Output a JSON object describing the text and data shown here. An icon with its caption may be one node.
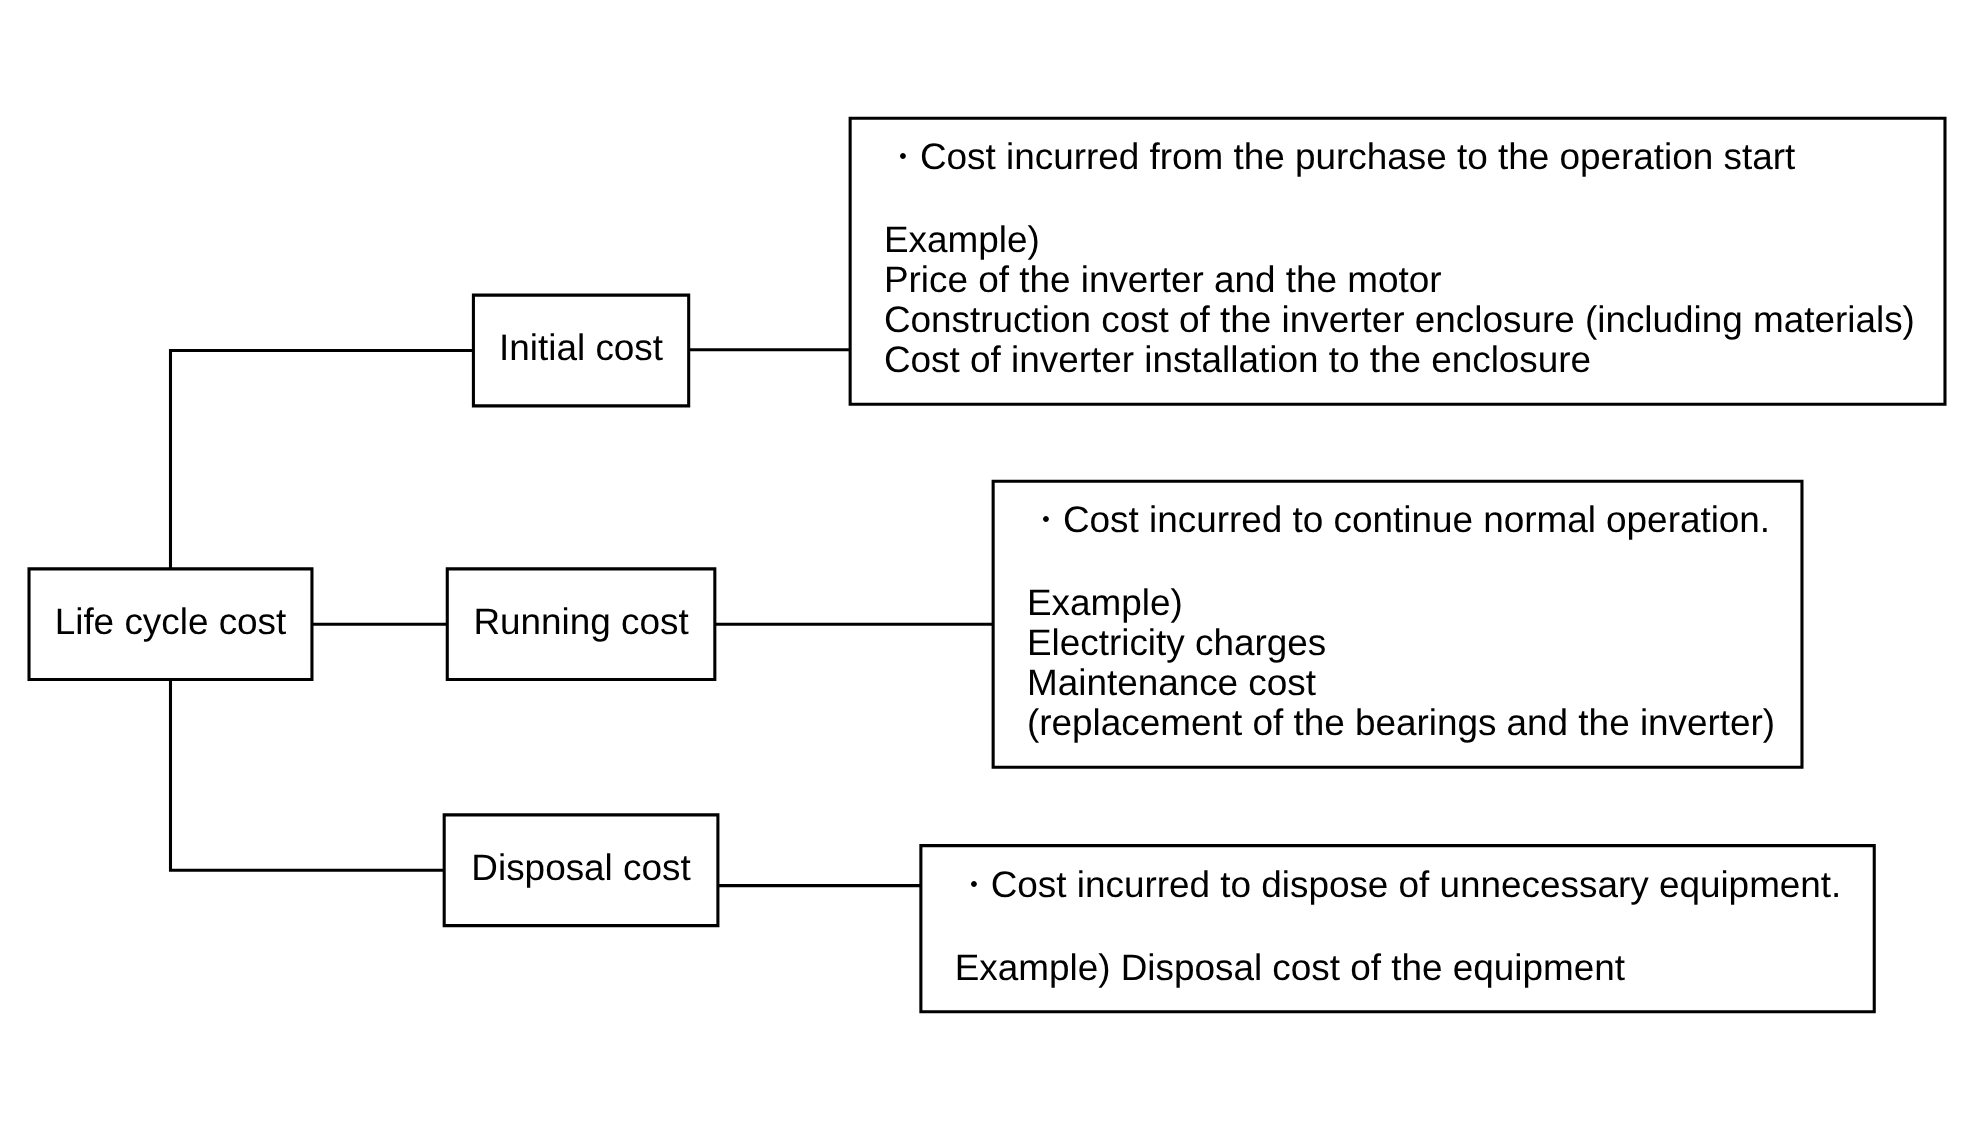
{
  "diagram": {
    "nodes": [
      {
        "text": [
          "Life cycle cost"
        ]
      },
      {
        "text": [
          "Initial cost"
        ]
      },
      {
        "text": [
          "Running cost"
        ]
      },
      {
        "text": [
          "Disposal cost"
        ]
      },
      {
        "text": [
          "・Cost incurred from the purchase to the operation start",
          "Example)",
          "Price of the inverter and the motor",
          "Construction cost of the inverter enclosure (including materials)",
          "Cost of inverter installation to the enclosure"
        ]
      },
      {
        "text": [
          "・Cost incurred to continue normal operation.",
          "Example)",
          "Electricity charges",
          "Maintenance cost",
          "(replacement of the bearings and the inverter)"
        ]
      },
      {
        "text": [
          "・Cost incurred to dispose of unnecessary equipment.",
          "Example) Disposal cost of the equipment"
        ]
      }
    ],
    "edges": [
      {
        "from": 0,
        "to": 1,
        "arrow": "none"
      },
      {
        "from": 0,
        "to": 2,
        "arrow": "none"
      },
      {
        "from": 0,
        "to": 3,
        "arrow": "none"
      },
      {
        "from": 1,
        "to": 4,
        "arrow": "none"
      },
      {
        "from": 2,
        "to": 5,
        "arrow": "none"
      },
      {
        "from": 3,
        "to": 6,
        "arrow": "none"
      }
    ]
  }
}
